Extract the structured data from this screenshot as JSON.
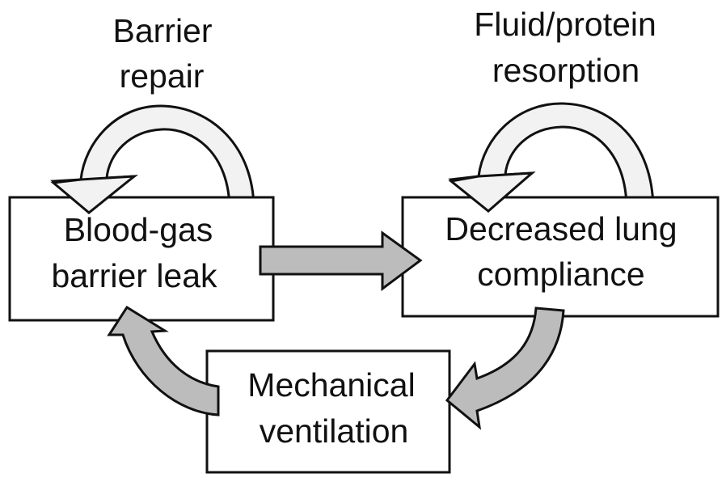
{
  "diagram": {
    "nodes": {
      "blood_gas": {
        "line1": "Blood-gas",
        "line2": "barrier leak"
      },
      "compliance": {
        "line1": "Decreased lung",
        "line2": "compliance"
      },
      "ventilation": {
        "line1": "Mechanical",
        "line2": "ventilation"
      }
    },
    "loops": {
      "barrier_repair": {
        "line1": "Barrier",
        "line2": "repair"
      },
      "resorption": {
        "line1": "Fluid/protein",
        "line2": "resorption"
      }
    },
    "edges": [
      {
        "from": "Blood-gas barrier leak",
        "to": "Decreased lung compliance"
      },
      {
        "from": "Decreased lung compliance",
        "to": "Mechanical ventilation"
      },
      {
        "from": "Mechanical ventilation",
        "to": "Blood-gas barrier leak"
      },
      {
        "from": "Blood-gas barrier leak",
        "to": "Blood-gas barrier leak",
        "label": "Barrier repair"
      },
      {
        "from": "Decreased lung compliance",
        "to": "Decreased lung compliance",
        "label": "Fluid/protein resorption"
      }
    ],
    "colors": {
      "feedback_arrow": "#bcbcbc",
      "repair_arrow": "#f2f2f2",
      "stroke": "#111111"
    }
  }
}
